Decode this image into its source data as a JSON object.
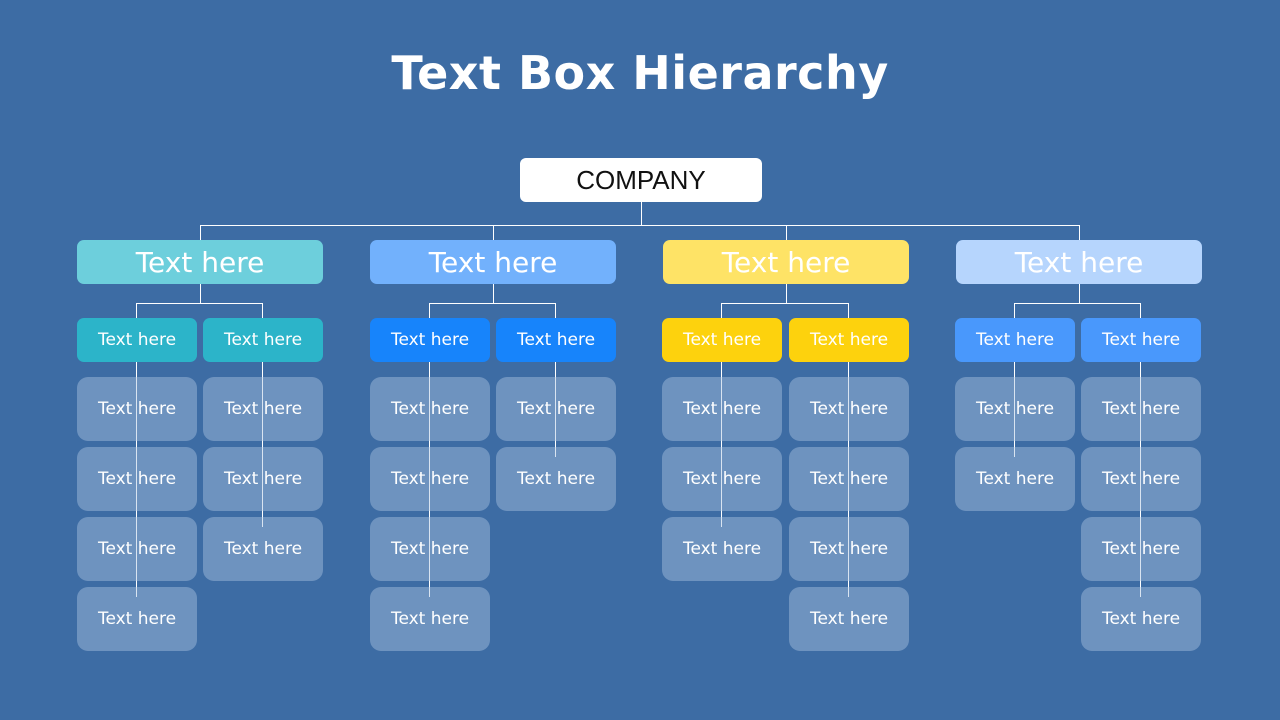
{
  "title": "Text Box Hierarchy",
  "root": {
    "label": "COMPANY",
    "color": "#ffffff"
  },
  "departments": [
    {
      "label": "Text here",
      "color": "#6dcfdc",
      "sub_color": "#2cb4c9",
      "groups": [
        {
          "label": "Text here",
          "items": [
            "Text here",
            "Text here",
            "Text here",
            "Text here"
          ]
        },
        {
          "label": "Text here",
          "items": [
            "Text here",
            "Text here",
            "Text here"
          ]
        }
      ]
    },
    {
      "label": "Text here",
      "color": "#72b1fc",
      "sub_color": "#1784fb",
      "groups": [
        {
          "label": "Text here",
          "items": [
            "Text here",
            "Text here",
            "Text here",
            "Text here"
          ]
        },
        {
          "label": "Text here",
          "items": [
            "Text here",
            "Text here"
          ]
        }
      ]
    },
    {
      "label": "Text here",
      "color": "#fee366",
      "sub_color": "#fdd20d",
      "groups": [
        {
          "label": "Text here",
          "items": [
            "Text here",
            "Text here",
            "Text here"
          ]
        },
        {
          "label": "Text here",
          "items": [
            "Text here",
            "Text here",
            "Text here",
            "Text here"
          ]
        }
      ]
    },
    {
      "label": "Text here",
      "color": "#b6d5fd",
      "sub_color": "#4998fc",
      "groups": [
        {
          "label": "Text here",
          "items": [
            "Text here",
            "Text here"
          ]
        },
        {
          "label": "Text here",
          "items": [
            "Text here",
            "Text here",
            "Text here",
            "Text here"
          ]
        }
      ]
    }
  ]
}
